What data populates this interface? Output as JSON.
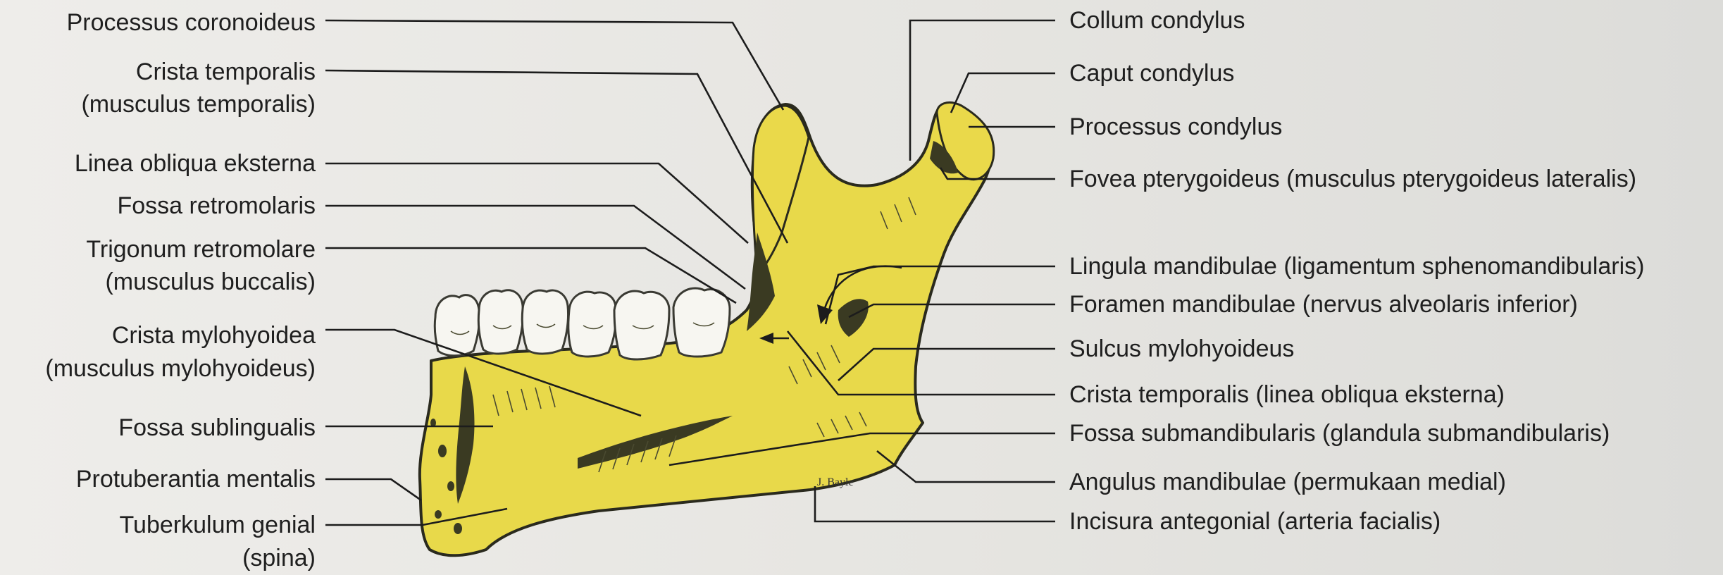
{
  "labels_left": [
    {
      "id": "processus-coronoideus",
      "text": "Processus coronoideus"
    },
    {
      "id": "crista-temporalis",
      "text": "Crista temporalis"
    },
    {
      "id": "crista-temporalis-sub",
      "text": "(musculus temporalis)"
    },
    {
      "id": "linea-obliqua-eksterna",
      "text": "Linea obliqua eksterna"
    },
    {
      "id": "fossa-retromolaris",
      "text": "Fossa retromolaris"
    },
    {
      "id": "trigonum-retromolare",
      "text": "Trigonum retromolare"
    },
    {
      "id": "trigonum-retromolare-sub",
      "text": "(musculus buccalis)"
    },
    {
      "id": "crista-mylohyoidea",
      "text": "Crista mylohyoidea"
    },
    {
      "id": "crista-mylohyoidea-sub",
      "text": "(musculus mylohyoideus)"
    },
    {
      "id": "fossa-sublingualis",
      "text": "Fossa sublingualis"
    },
    {
      "id": "protuberantia-mentalis",
      "text": "Protuberantia mentalis"
    },
    {
      "id": "tuberkulum-genial",
      "text": "Tuberkulum genial"
    },
    {
      "id": "tuberkulum-genial-sub",
      "text": "(spina)"
    }
  ],
  "labels_right": [
    {
      "id": "collum-condylus",
      "text": "Collum condylus"
    },
    {
      "id": "caput-condylus",
      "text": "Caput condylus"
    },
    {
      "id": "processus-condylus",
      "text": "Processus condylus"
    },
    {
      "id": "fovea-pterygoideus",
      "text": "Fovea pterygoideus (musculus pterygoideus lateralis)"
    },
    {
      "id": "lingula-mandibulae",
      "text": "Lingula mandibulae (ligamentum sphenomandibularis)"
    },
    {
      "id": "foramen-mandibulae",
      "text": "Foramen mandibulae (nervus alveolaris inferior)"
    },
    {
      "id": "sulcus-mylohyoideus",
      "text": "Sulcus mylohyoideus"
    },
    {
      "id": "crista-temporalis-linea",
      "text": "Crista temporalis (linea obliqua eksterna)"
    },
    {
      "id": "fossa-submandibularis",
      "text": "Fossa submandibularis (glandula submandibularis)"
    },
    {
      "id": "angulus-mandibulae",
      "text": "Angulus mandibulae (permukaan medial)"
    },
    {
      "id": "incisura-antegonial",
      "text": "Incisura antegonial (arteria  facialis)"
    }
  ],
  "signature": "J. Bayle",
  "colors": {
    "bone": "#e8d94a",
    "teeth": "#f7f6f1",
    "ink": "#1c1c1c",
    "background": "#e9e8e5"
  }
}
